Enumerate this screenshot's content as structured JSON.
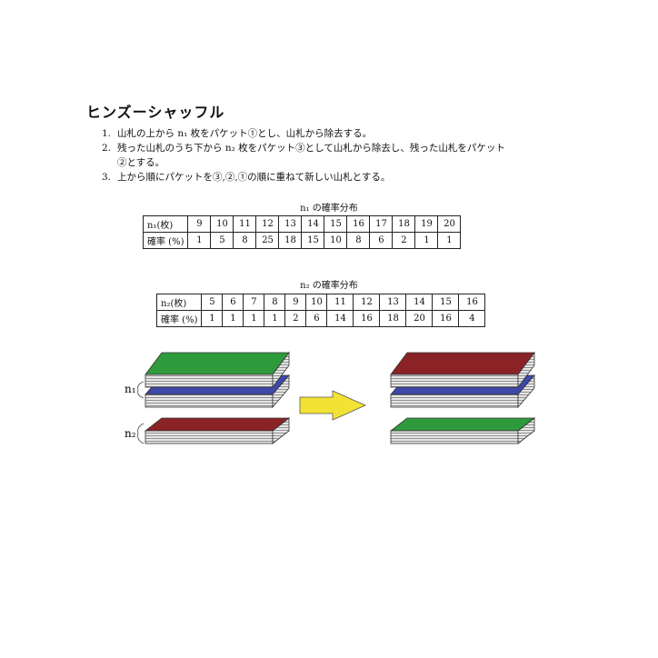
{
  "title": "ヒンズーシャッフル",
  "steps": [
    {
      "num": "1.",
      "text": "山札の上から n₁ 枚をパケット①とし、山札から除去する。"
    },
    {
      "num": "2.",
      "text": "残った山札のうち下から n₂ 枚をパケット③として山札から除去し、残った山札をパケット",
      "cont": "②とする。"
    },
    {
      "num": "3.",
      "text": "上から順にパケットを③,②,①の順に重ねて新しい山札とする。"
    }
  ],
  "table1": {
    "caption": "n₁ の確率分布",
    "row1_label": "n₁(枚)",
    "row2_label": "確率 (%)",
    "n": [
      "9",
      "10",
      "11",
      "12",
      "13",
      "14",
      "15",
      "16",
      "17",
      "18",
      "19",
      "20"
    ],
    "p": [
      "1",
      "5",
      "8",
      "25",
      "18",
      "15",
      "10",
      "8",
      "6",
      "2",
      "1",
      "1"
    ]
  },
  "table2": {
    "caption": "n₂ の確率分布",
    "row1_label": "n₂(枚)",
    "row2_label": "確率 (%)",
    "n": [
      "5",
      "6",
      "7",
      "8",
      "9",
      "10",
      "11",
      "12",
      "13",
      "14",
      "15",
      "16"
    ],
    "p": [
      "1",
      "1",
      "1",
      "1",
      "2",
      "6",
      "14",
      "16",
      "18",
      "20",
      "16",
      "4"
    ]
  },
  "diagram": {
    "label_n1": "n₁",
    "label_n2": "n₂",
    "colors": {
      "green": "#2f9a3c",
      "blue": "#3d48a8",
      "red": "#8b2226",
      "arrow": "#f2e233"
    }
  }
}
